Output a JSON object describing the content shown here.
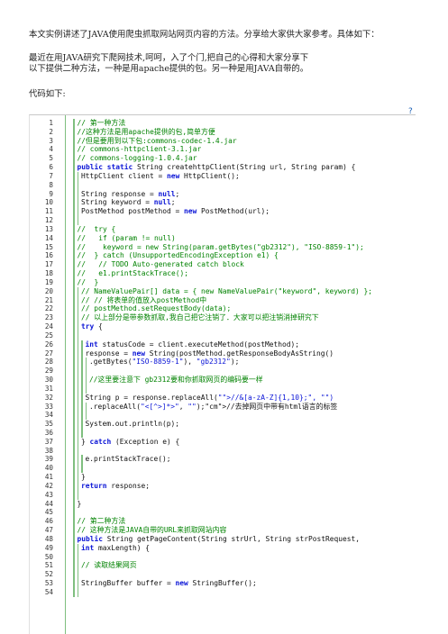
{
  "intro": {
    "line1": "本文实例讲述了JAVA使用爬虫抓取网站网页内容的方法。分享给大家供大家参考。具体如下：",
    "line2": "最近在用JAVA研究下爬网技术,呵呵，入了个门,把自己的心得和大家分享下",
    "line3": "以下提供二种方法，一种是用apache提供的包。另一种是用JAVA自带的。",
    "line4": "代码如下:"
  },
  "code": {
    "help_mark": "?",
    "line_numbers": [
      "1",
      "2",
      "3",
      "4",
      "5",
      "6",
      "7",
      "8",
      "9",
      "10",
      "11",
      "12",
      "13",
      "14",
      "15",
      "16",
      "17",
      "18",
      "19",
      "20",
      "21",
      "22",
      "23",
      "24",
      "25",
      "26",
      "27",
      "28",
      "29",
      "30",
      "31",
      "32",
      "33",
      "34",
      "35",
      "36",
      "37",
      "38",
      "39",
      "40",
      "41",
      "42",
      "43",
      "44",
      "45",
      "46",
      "47",
      "48",
      "49",
      "50",
      "51",
      "52",
      "53",
      "54"
    ],
    "lines": [
      "// 第一种方法",
      "//这种方法是用apache提供的包,简单方便",
      "//但是要用到以下包:commons-codec-1.4.jar",
      "// commons-httpclient-3.1.jar",
      "// commons-logging-1.0.4.jar",
      "public static String createhttpClient(String url, String param) {",
      "HttpClient client = new HttpClient();",
      "String response = null;",
      "String keyword = null;",
      "PostMethod postMethod = new PostMethod(url);",
      "//  try {",
      "//   if (param != null)",
      "//    keyword = new String(param.getBytes(\"gb2312\"), \"ISO-8859-1\");",
      "//  } catch (UnsupportedEncodingException e1) {",
      "//   // TODO Auto-generated catch block",
      "//   e1.printStackTrace();",
      "//  }",
      "// NameValuePair[] data = { new NameValuePair(\"keyword\", keyword) };",
      "// // 将表单的值放入postMethod中",
      "// postMethod.setRequestBody(data);",
      "// 以上部分是带参数抓取,我自己把它注销了．大家可以把注销消掉研究下",
      "try {",
      "int statusCode = client.executeMethod(postMethod);",
      "response = new String(postMethod.getResponseBodyAsString()",
      ".getBytes(\"ISO-8859-1\"), \"gb2312\");",
      "//这里要注意下 gb2312要和你抓取网页的编码要一样",
      "String p = response.replaceAll(\"//&[a-zA-Z]{1,10};\", \"\")",
      ".replaceAll(\"<[^>]*>\", \"\");//去掉网页中带有html语言的标签",
      "System.out.println(p);",
      "} catch (Exception e) {",
      "e.printStackTrace();",
      "}",
      "return response;",
      "}",
      "// 第二种方法",
      "// 这种方法是JAVA自带的URL来抓取网站内容",
      "public String getPageContent(String strUrl, String strPostRequest,",
      "int maxLength) {",
      "// 读取结果网页",
      "StringBuffer buffer = new StringBuffer();"
    ]
  }
}
